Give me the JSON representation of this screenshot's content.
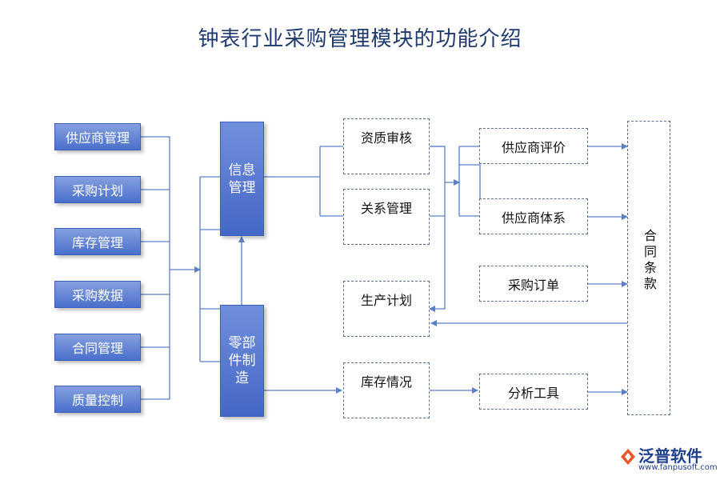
{
  "title": "钟表行业采购管理模块的功能介绍",
  "left_items": [
    "供应商管理",
    "采购计划",
    "库存管理",
    "采购数据",
    "合同管理",
    "质量控制"
  ],
  "info": "信息管理",
  "parts": "零部件制造",
  "qualification": "资质审核",
  "relationship": "关系管理",
  "production": "生产计划",
  "inventory": "库存情况",
  "evaluation": "供应商评价",
  "system": "供应商体系",
  "order": "采购订单",
  "analysis": "分析工具",
  "contract": "合同条款",
  "brand": {
    "name": "泛普软件",
    "url": "www.fanpusoft.com"
  },
  "colors": {
    "title": "#1f3a6e",
    "box": "#4a6fcc",
    "line": "#5b7fc9",
    "brand": "#1f3f8f"
  }
}
